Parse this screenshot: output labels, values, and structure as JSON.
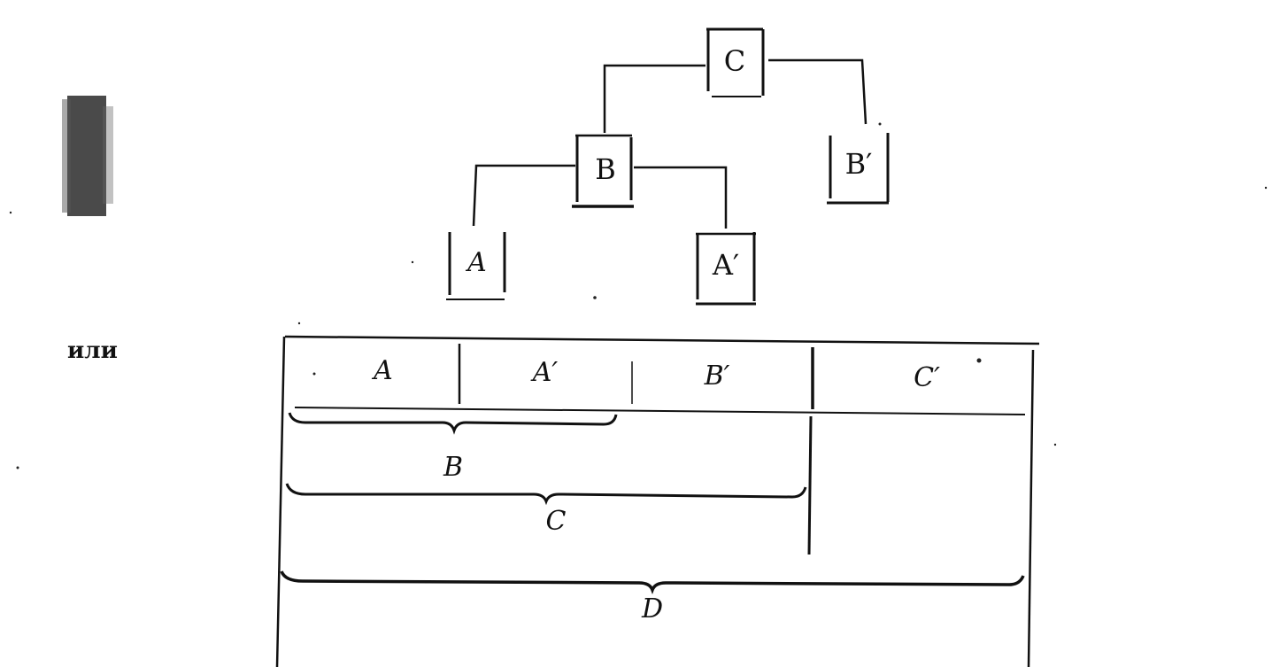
{
  "tree": {
    "nodes": [
      {
        "id": "C",
        "label": "C"
      },
      {
        "id": "B",
        "label": "B"
      },
      {
        "id": "B_prime",
        "label": "B′"
      },
      {
        "id": "A",
        "label": "A"
      },
      {
        "id": "A_prime",
        "label": "A′"
      }
    ],
    "edges": [
      {
        "from": "C",
        "to": "B"
      },
      {
        "from": "C",
        "to": "B_prime"
      },
      {
        "from": "B",
        "to": "A"
      },
      {
        "from": "B",
        "to": "A_prime"
      }
    ]
  },
  "separator_word": "или",
  "table": {
    "cells": [
      "A",
      "A′",
      "B′",
      "C′"
    ],
    "brace_labels": {
      "B": "B",
      "C": "C",
      "D": "D"
    }
  },
  "colors": {
    "ink": "#111111",
    "background": "#ffffff"
  }
}
